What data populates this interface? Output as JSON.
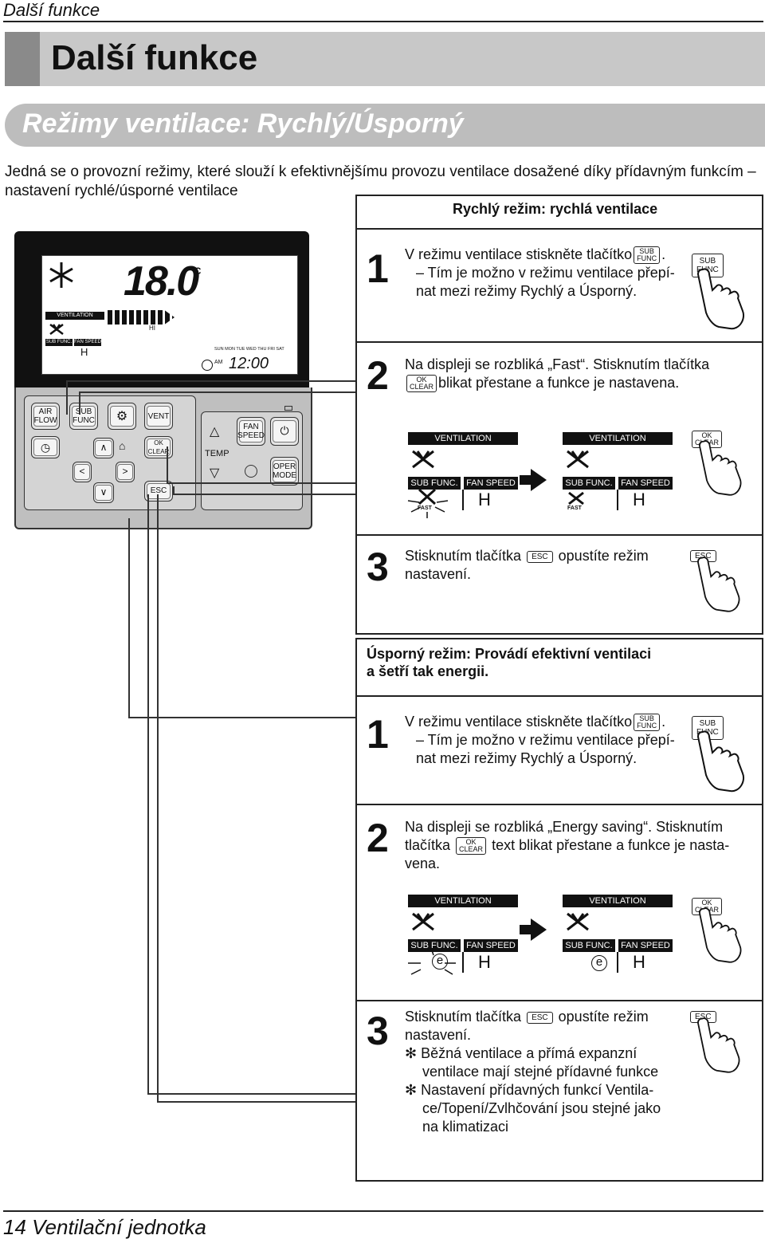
{
  "page": {
    "running_header": "Další funkce",
    "title": "Další funkce",
    "section_title": "Režimy ventilace: Rychlý/Úsporný",
    "intro": "Jedná se o provozní režimy, které slouží k efektivnějšímu provozu ventilace dosažené díky přídavným funkcím – nastavení rychlé/úsporné ventilace",
    "footer": "14 Ventilační jednotka"
  },
  "remote": {
    "display": {
      "temp": "18.0",
      "temp_unit": "°C",
      "ventilation": "VENTILATION",
      "sub_func": "SUB FUNC.",
      "fan_speed": "FAN SPEED",
      "fan_level": "H",
      "hi": "HI",
      "days": "SUN MON TUE WED THU FRI SAT",
      "am": "AM",
      "clock": "12:00"
    },
    "buttons": {
      "air_flow": "AIR FLOW",
      "sub_func": "SUB FUNC",
      "vent": "VENT",
      "ok_clear": "OK CLEAR",
      "esc": "ESC",
      "temp": "TEMP",
      "fan_speed": "FAN SPEED",
      "oper_mode": "OPER MODE"
    }
  },
  "fast": {
    "title": "Rychlý režim: rychlá ventilace",
    "step1": {
      "num": "1",
      "line1a": "V režimu ventilace stiskněte tlačítko",
      "line1b": ".",
      "line2": "– Tím je možno v režimu ventilace přepí-",
      "line3": "nat mezi režimy Rychlý a Úsporný."
    },
    "step2": {
      "num": "2",
      "line1": "Na displeji se rozbliká „Fast“. Stisknutím tlačítka",
      "line2": "blikat přestane a funkce je nastavena."
    },
    "step3": {
      "num": "3",
      "line1a": "Stisknutím tlačítka",
      "line1b": "opustíte režim",
      "line2": "nastavení."
    },
    "display": {
      "ventilation": "VENTILATION",
      "sub_func": "SUB FUNC.",
      "fan_speed": "FAN SPEED",
      "fan_level": "H",
      "mode": "FAST"
    }
  },
  "eco": {
    "title_line1": "Úsporný režim: Provádí efektivní ventilaci",
    "title_line2": "a šetří tak energii.",
    "step1": {
      "num": "1",
      "line1a": "V režimu ventilace stiskněte tlačítko",
      "line1b": ".",
      "line2": "– Tím je možno v režimu ventilace přepí-",
      "line3": "nat mezi režimy Rychlý a Úsporný."
    },
    "step2": {
      "num": "2",
      "line1": "Na displeji se rozbliká „Energy saving“. Stisknutím",
      "line2a": "tlačítka",
      "line2b": "text blikat přestane a funkce je nasta-",
      "line3": "vena."
    },
    "step3": {
      "num": "3",
      "line1a": "Stisknutím tlačítka",
      "line1b": "opustíte režim",
      "line2": "nastavení.",
      "note1_line1": "Běžná ventilace a přímá expanzní",
      "note1_line2": "ventilace mají stejné přídavné funkce",
      "note2_line1": "Nastavení přídavných funkcí Ventila-",
      "note2_line2": "ce/Topení/Zvlhčování jsou stejné jako",
      "note2_line3": "na klimatizaci"
    },
    "display": {
      "ventilation": "VENTILATION",
      "sub_func": "SUB FUNC.",
      "fan_speed": "FAN SPEED",
      "fan_level": "H",
      "mode": "e"
    }
  },
  "keys": {
    "sub": "SUB",
    "func": "FUNC",
    "ok": "OK",
    "clear": "CLEAR",
    "esc": "ESC"
  }
}
